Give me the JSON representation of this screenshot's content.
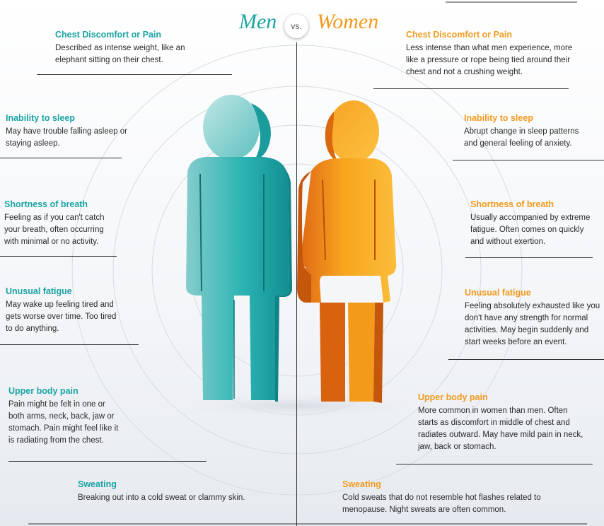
{
  "header": {
    "men_title": "Men",
    "vs_label": "vs.",
    "women_title": "Women"
  },
  "colors": {
    "men_accent": "#1aa3a3",
    "women_accent": "#f29a1e"
  },
  "men": [
    {
      "heading": "Chest Discomfort or Pain",
      "text": "Described as intense weight, like an elephant sitting on their chest."
    },
    {
      "heading": "Inability to sleep",
      "text": "May have trouble falling asleep or staying asleep."
    },
    {
      "heading": "Shortness of breath",
      "text": "Feeling as if you can't catch your breath, often occurring with minimal or no activity."
    },
    {
      "heading": "Unusual fatigue",
      "text": "May wake up feeling tired and gets worse over time. Too tired to do anything."
    },
    {
      "heading": "Upper body pain",
      "text": "Pain might be felt in one or both arms, neck, back, jaw or stomach. Pain might feel like it is radiating from the chest."
    },
    {
      "heading": "Sweating",
      "text": "Breaking out into a cold sweat or clammy skin."
    }
  ],
  "women": [
    {
      "heading": "Chest Discomfort or Pain",
      "text": "Less intense than what men experience, more like a pressure or rope being tied around their chest and not a crushing weight."
    },
    {
      "heading": "Inability to sleep",
      "text": "Abrupt change in sleep patterns and general feeling of anxiety."
    },
    {
      "heading": "Shortness of breath",
      "text": "Usually accompanied by extreme fatigue. Often comes on quickly and without exertion."
    },
    {
      "heading": "Unusual fatigue",
      "text": "Feeling absolutely exhausted like you don't have any strength for normal activities. May begin suddenly and start weeks before an event."
    },
    {
      "heading": "Upper body pain",
      "text": "More common in women than men. Often starts as discomfort in middle of chest and radiates outward. May have mild pain in neck, jaw, back or stomach."
    },
    {
      "heading": "Sweating",
      "text": "Cold sweats that do not resemble hot flashes related to menopause. Night sweats are often common."
    }
  ]
}
